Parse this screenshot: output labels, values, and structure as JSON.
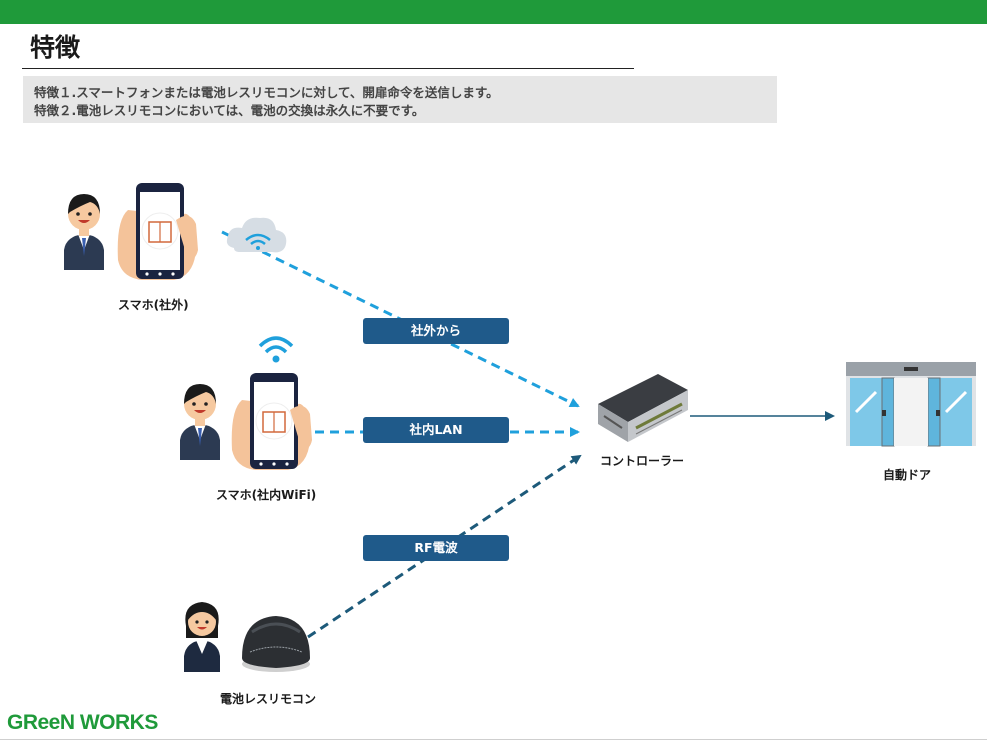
{
  "header": {
    "title": "特徴",
    "bar_color": "#1f9a3a"
  },
  "features": [
    "特徴１.スマートフォンまたは電池レスリモコンに対して、開扉命令を送信します。",
    "特徴２.電池レスリモコンにおいては、電池の交換は永久に不要です。"
  ],
  "diagram": {
    "nodes": {
      "smartphone_outside": "スマホ(社外)",
      "smartphone_wifi": "スマホ(社内WiFi)",
      "remote": "電池レスリモコン",
      "controller": "コントローラー",
      "door": "自動ドア"
    },
    "connections": {
      "outside": "社外から",
      "lan": "社内LAN",
      "rf": "RF電波"
    },
    "icons": [
      "person-icon",
      "smartphone-icon",
      "cloud-wifi-icon",
      "wifi-icon",
      "controller-icon",
      "remote-icon",
      "automatic-door-icon"
    ],
    "colors": {
      "light_arrow": "#1fa0dc",
      "dark_arrow": "#1d5a7a",
      "tag_fill": "#1f5a8a",
      "door_arrow": "#1d5a7a"
    }
  },
  "footer": {
    "logo_text": "GReeN WORKS",
    "logo_color": "#1f9a3a"
  }
}
